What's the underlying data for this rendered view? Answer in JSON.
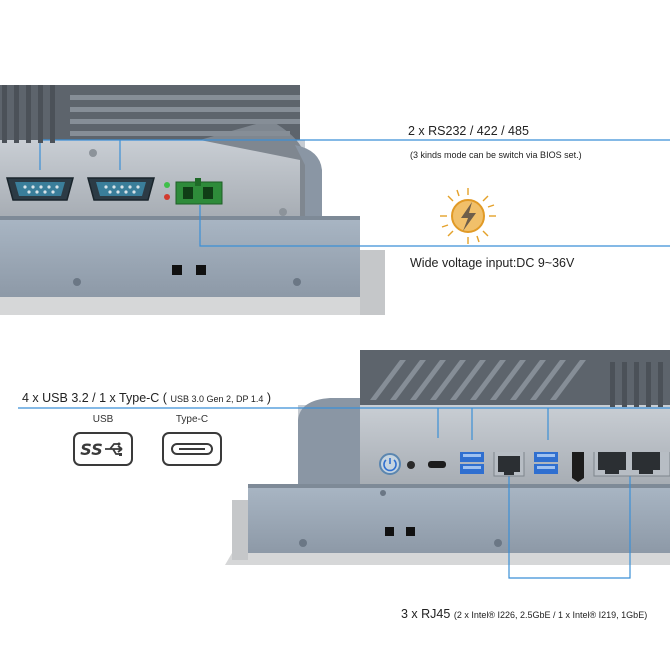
{
  "annotations": {
    "serial": {
      "title": "2 x RS232 / 422 / 485",
      "note": "(3 kinds mode can be switch via BIOS set.)"
    },
    "power": {
      "title": "Wide voltage input:DC 9~36V"
    },
    "usb": {
      "title_main": "4 x USB 3.2 / 1 x Type-C (",
      "title_detail": "USB 3.0 Gen 2, DP 1.4",
      "title_close": ")"
    },
    "rj45": {
      "title_main": "3 x RJ45",
      "title_detail": "(2 x Intel® I226, 2.5GbE / 1 x Intel® I219, 1GbE)"
    }
  },
  "usb_icons": [
    {
      "label": "USB",
      "symbol": "SS"
    },
    {
      "label": "Type-C"
    }
  ],
  "colors": {
    "callout_line": "#3b8fd6",
    "chassis": "#9aa7b6",
    "heatsink": "#6e7680",
    "port_blue": "#2f6fd0",
    "terminal_green": "#2e8b3a",
    "lightning": "#e4a12a"
  },
  "icons": [
    "db9-serial-port",
    "power-terminal-block",
    "lightning-power-icon",
    "usb-superspeed-icon",
    "usb-type-c-icon",
    "power-button",
    "rj45-port",
    "hdmi-port"
  ]
}
